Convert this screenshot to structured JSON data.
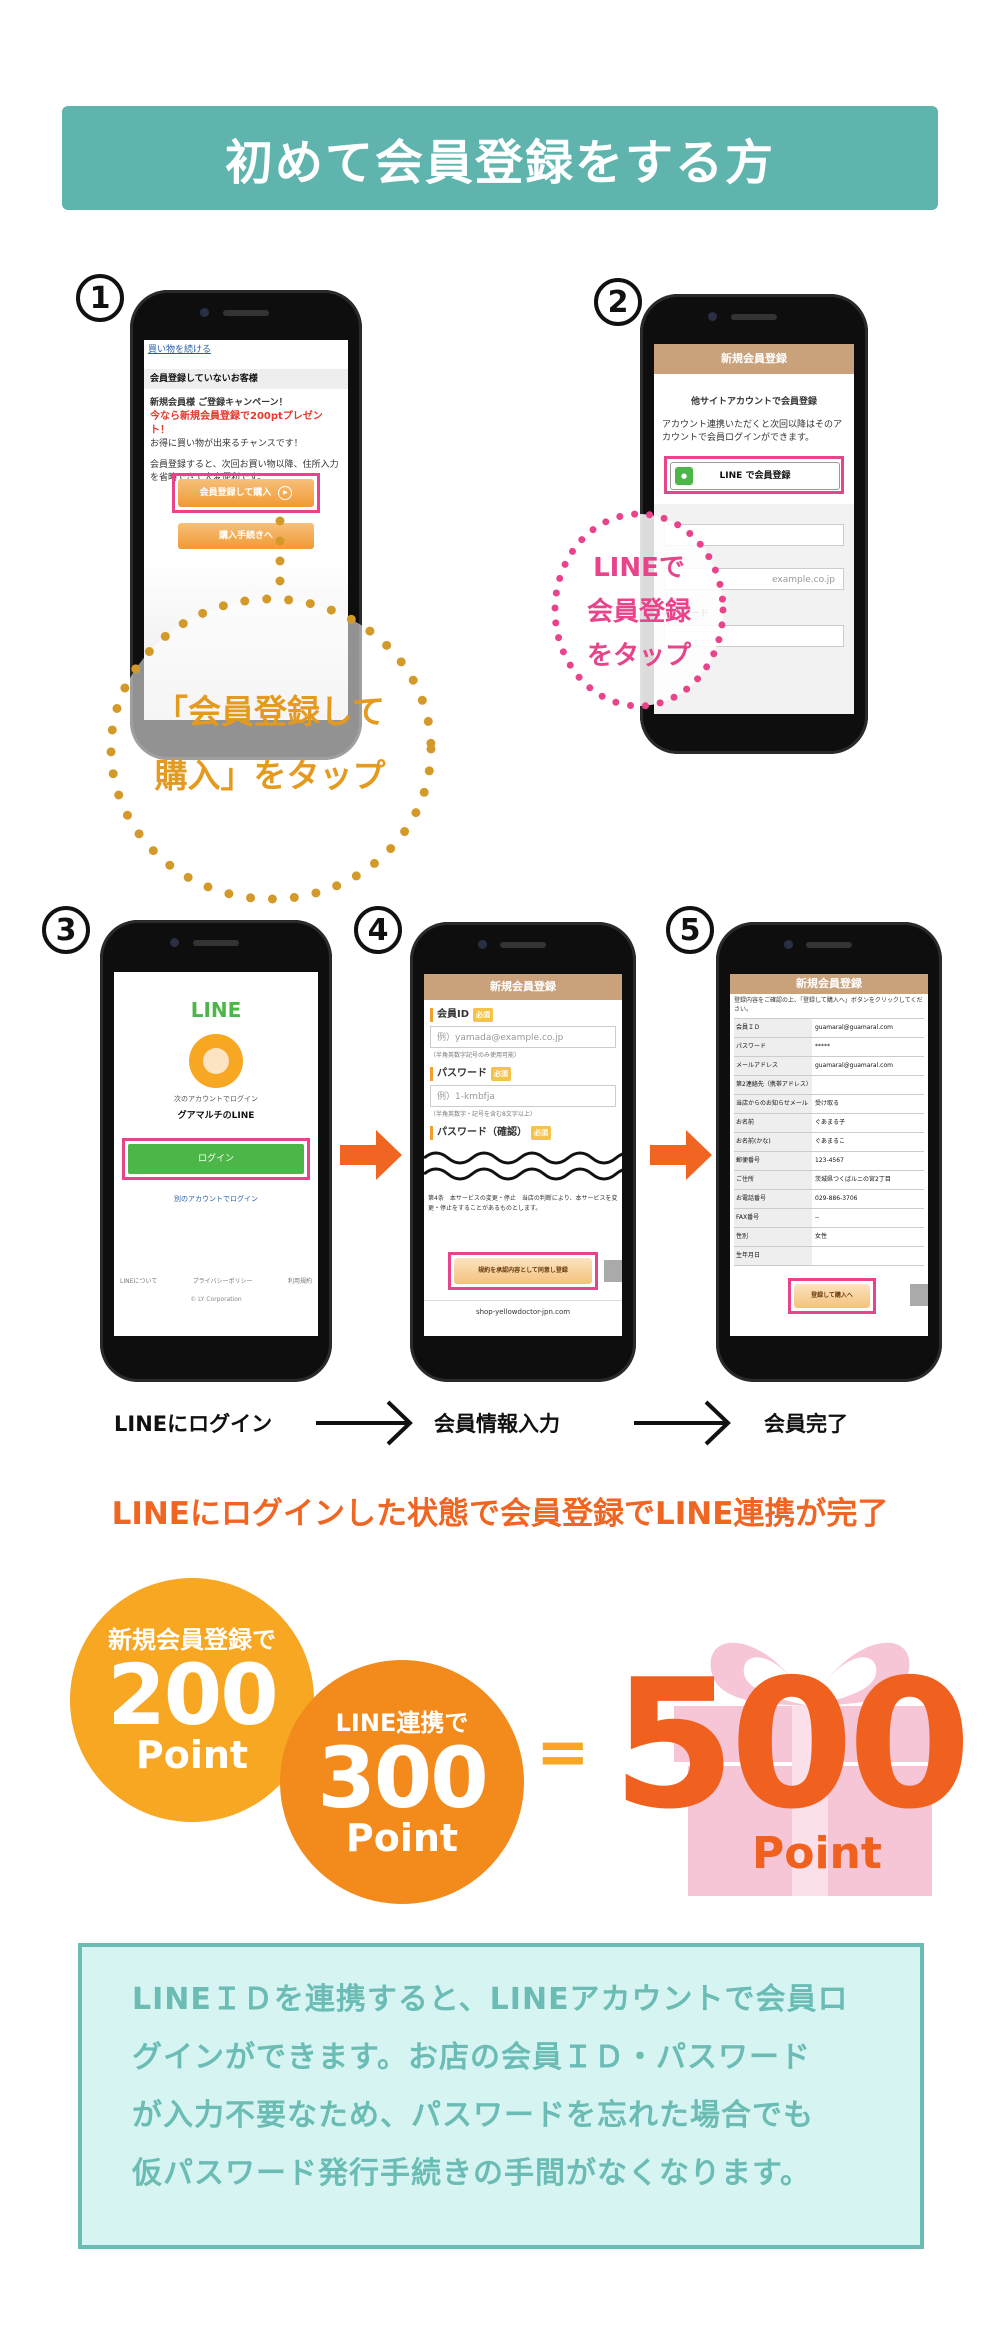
{
  "header": {
    "title": "初めて会員登録をする方"
  },
  "steps": {
    "s1": "1",
    "s2": "2",
    "s3": "3",
    "s4": "4",
    "s5": "5"
  },
  "phone1": {
    "back_link": "買い物を続ける",
    "section_title": "会員登録していないお客様",
    "campaign_line1": "新規会員様 ご登録キャンペーン！",
    "campaign_line2": "今なら新規会員登録で200ptプレゼント！",
    "campaign_line3": "お得に買い物が出来るチャンスです！",
    "desc": "会員登録すると、次回お買い物以降、住所入力を省略できて大変便利です。",
    "register_button": "会員登録して購入",
    "guest_button": "購入手続きへ"
  },
  "callout1": {
    "line1": "「会員登録して",
    "line2": "購入」をタップ"
  },
  "phone2": {
    "header": "新規会員登録",
    "subtitle": "他サイトアカウントで会員登録",
    "desc": "アカウント連携いただくと次回以降はそのアカウントで会員ログインができます。",
    "line_button": "LINE で会員登録",
    "email_hint": "example.co.jp",
    "password_label": "パスワード"
  },
  "callout2": {
    "line1": "LINEで",
    "line2": "会員登録",
    "line3": "をタップ"
  },
  "phone3": {
    "logo": "LINE",
    "caption": "次のアカウントでログイン",
    "account": "グアマルチのLINE",
    "login_button": "ログイン",
    "other_account": "別のアカウントでログイン",
    "footer1": "LINEについて",
    "footer2": "プライバシーポリシー",
    "footer3": "利用規約",
    "copyright": "© LY Corporation"
  },
  "phone4": {
    "header": "新規会員登録",
    "member_id_label": "会員ID",
    "member_id_placeholder": "例）yamada@example.co.jp",
    "member_id_hint": "（半角英数字記号のみ使用可能）",
    "password_label": "パスワード",
    "password_placeholder": "例）1-kmbfja",
    "password_hint": "（半角英数字・記号を含む8文字以上）",
    "confirm_label": "パスワード（確認）",
    "required": "必須",
    "terms_text": "第4条　本サービスの変更・停止　当店の判断により、本サービスを変更・停止をすることがあるものとします。",
    "agree_button": "規約を承認内容として同意し登録",
    "url": "shop-yellowdoctor-jpn.com"
  },
  "phone5": {
    "header": "新規会員登録",
    "intro": "登録内容をご確認の上、「登録して購入へ」ボタンをクリックしてください。",
    "rows": [
      {
        "k": "会員ＩＤ",
        "v": "guamaral@guamaral.com"
      },
      {
        "k": "パスワード",
        "v": "*****"
      },
      {
        "k": "メールアドレス",
        "v": "guamaral@guamaral.com"
      },
      {
        "k": "第2連絡先（携帯アドレス）",
        "v": ""
      },
      {
        "k": "当店からのお知らせメール",
        "v": "受け取る"
      },
      {
        "k": "お名前",
        "v": "ぐあまる子"
      },
      {
        "k": "お名前(かな)",
        "v": "ぐあまるこ"
      },
      {
        "k": "郵便番号",
        "v": "123-4567"
      },
      {
        "k": "ご住所",
        "v": "茨城県つくばルニの宮2丁目"
      },
      {
        "k": "お電話番号",
        "v": "029-886-3706"
      },
      {
        "k": "FAX番号",
        "v": "--"
      },
      {
        "k": "性別",
        "v": "女性"
      },
      {
        "k": "生年月日",
        "v": ""
      }
    ],
    "submit_button": "登録して購入へ"
  },
  "flow": {
    "label1": "LINEにログイン",
    "label2": "会員情報入力",
    "label3": "会員完了"
  },
  "headline": "LINEにログインした状態で会員登録でLINE連携が完了",
  "points": {
    "coin1_caption": "新規会員登録で",
    "coin1_value": "200",
    "coin1_unit": "Point",
    "plus": "+",
    "coin2_caption": "LINE連携で",
    "coin2_value": "300",
    "coin2_unit": "Point",
    "equals": "=",
    "total_value": "500",
    "total_unit": "Point"
  },
  "info": {
    "line1": "LINEＩＤを連携すると、LINEアカウントで会員ロ",
    "line2": "グインができます。お店の会員ＩＤ・パスワード",
    "line3": "が入力不要なため、パスワードを忘れた場合でも",
    "line4": "仮パスワード発行手続きの手間がなくなります。"
  },
  "colors": {
    "teal": "#5fb5ad",
    "orange": "#f06522",
    "pink": "#e8438b",
    "line_green": "#4cb648",
    "gold": "#d39a2a"
  }
}
